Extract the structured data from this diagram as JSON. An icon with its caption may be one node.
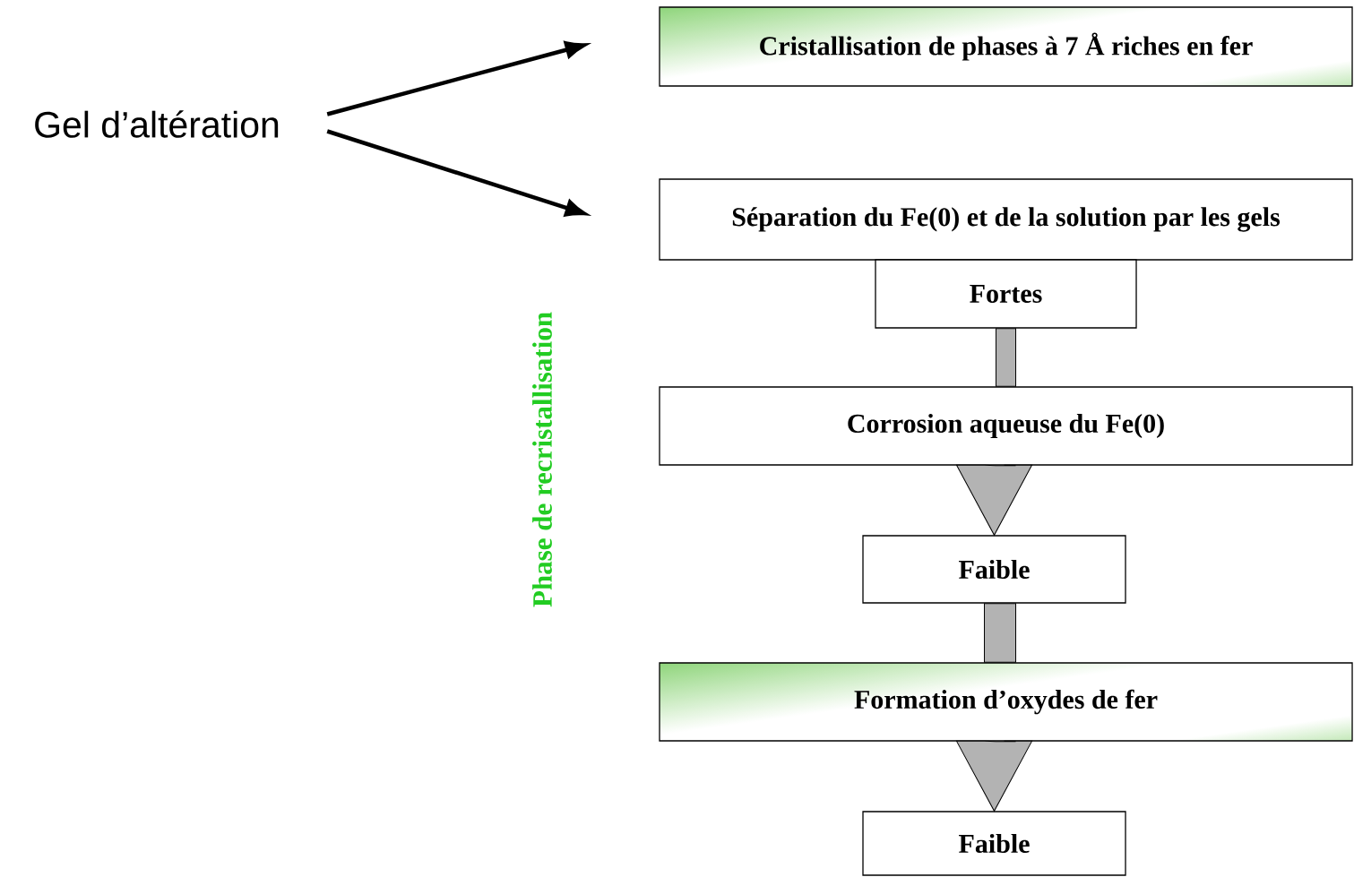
{
  "diagram": {
    "nodes": [
      {
        "text": [
          "Gel d’altération"
        ]
      },
      {
        "text": [
          "Cristallisation de phases à 7 Å riches en fer"
        ]
      },
      {
        "text": [
          "Séparation du Fe(0) et de la solution par les gels"
        ]
      },
      {
        "text": [
          "Fortes"
        ]
      },
      {
        "text": [
          "Corrosion aqueuse du Fe(0)"
        ]
      },
      {
        "text": [
          "Faible"
        ]
      },
      {
        "text": [
          "Formation d’oxydes de fer"
        ]
      },
      {
        "text": [
          "Faible"
        ]
      }
    ],
    "edges": [
      {
        "from": 0,
        "to": 1,
        "arrow": "to"
      },
      {
        "from": 0,
        "to": 2,
        "arrow": "to"
      },
      {
        "from": 3,
        "to": 4,
        "arrow": "none",
        "style": "thick",
        "color": "#b3b3b3"
      },
      {
        "from": 4,
        "to": 5,
        "arrow": "to",
        "style": "thick",
        "color": "#b3b3b3"
      },
      {
        "from": 5,
        "to": 6,
        "arrow": "none",
        "style": "thick",
        "color": "#b3b3b3"
      },
      {
        "from": 6,
        "to": 7,
        "arrow": "to",
        "style": "thick",
        "color": "#b3b3b3"
      }
    ],
    "labels": [
      "Phase de recristallisation"
    ]
  }
}
